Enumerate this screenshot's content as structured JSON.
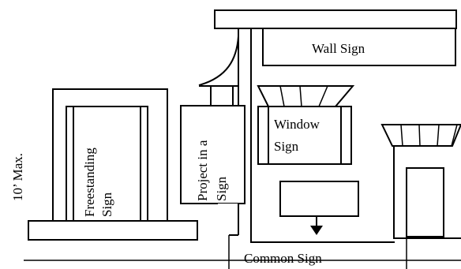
{
  "labels": {
    "wall_sign": "Wall Sign",
    "window_sign_line1": "Window",
    "window_sign_line2": "Sign",
    "freestanding_line1": "Freestanding",
    "freestanding_line2": "Sign",
    "project_line1": "Project in a",
    "project_line2": "Sign",
    "height_limit": "10’ Max.",
    "common_sign": "Common Sign"
  }
}
